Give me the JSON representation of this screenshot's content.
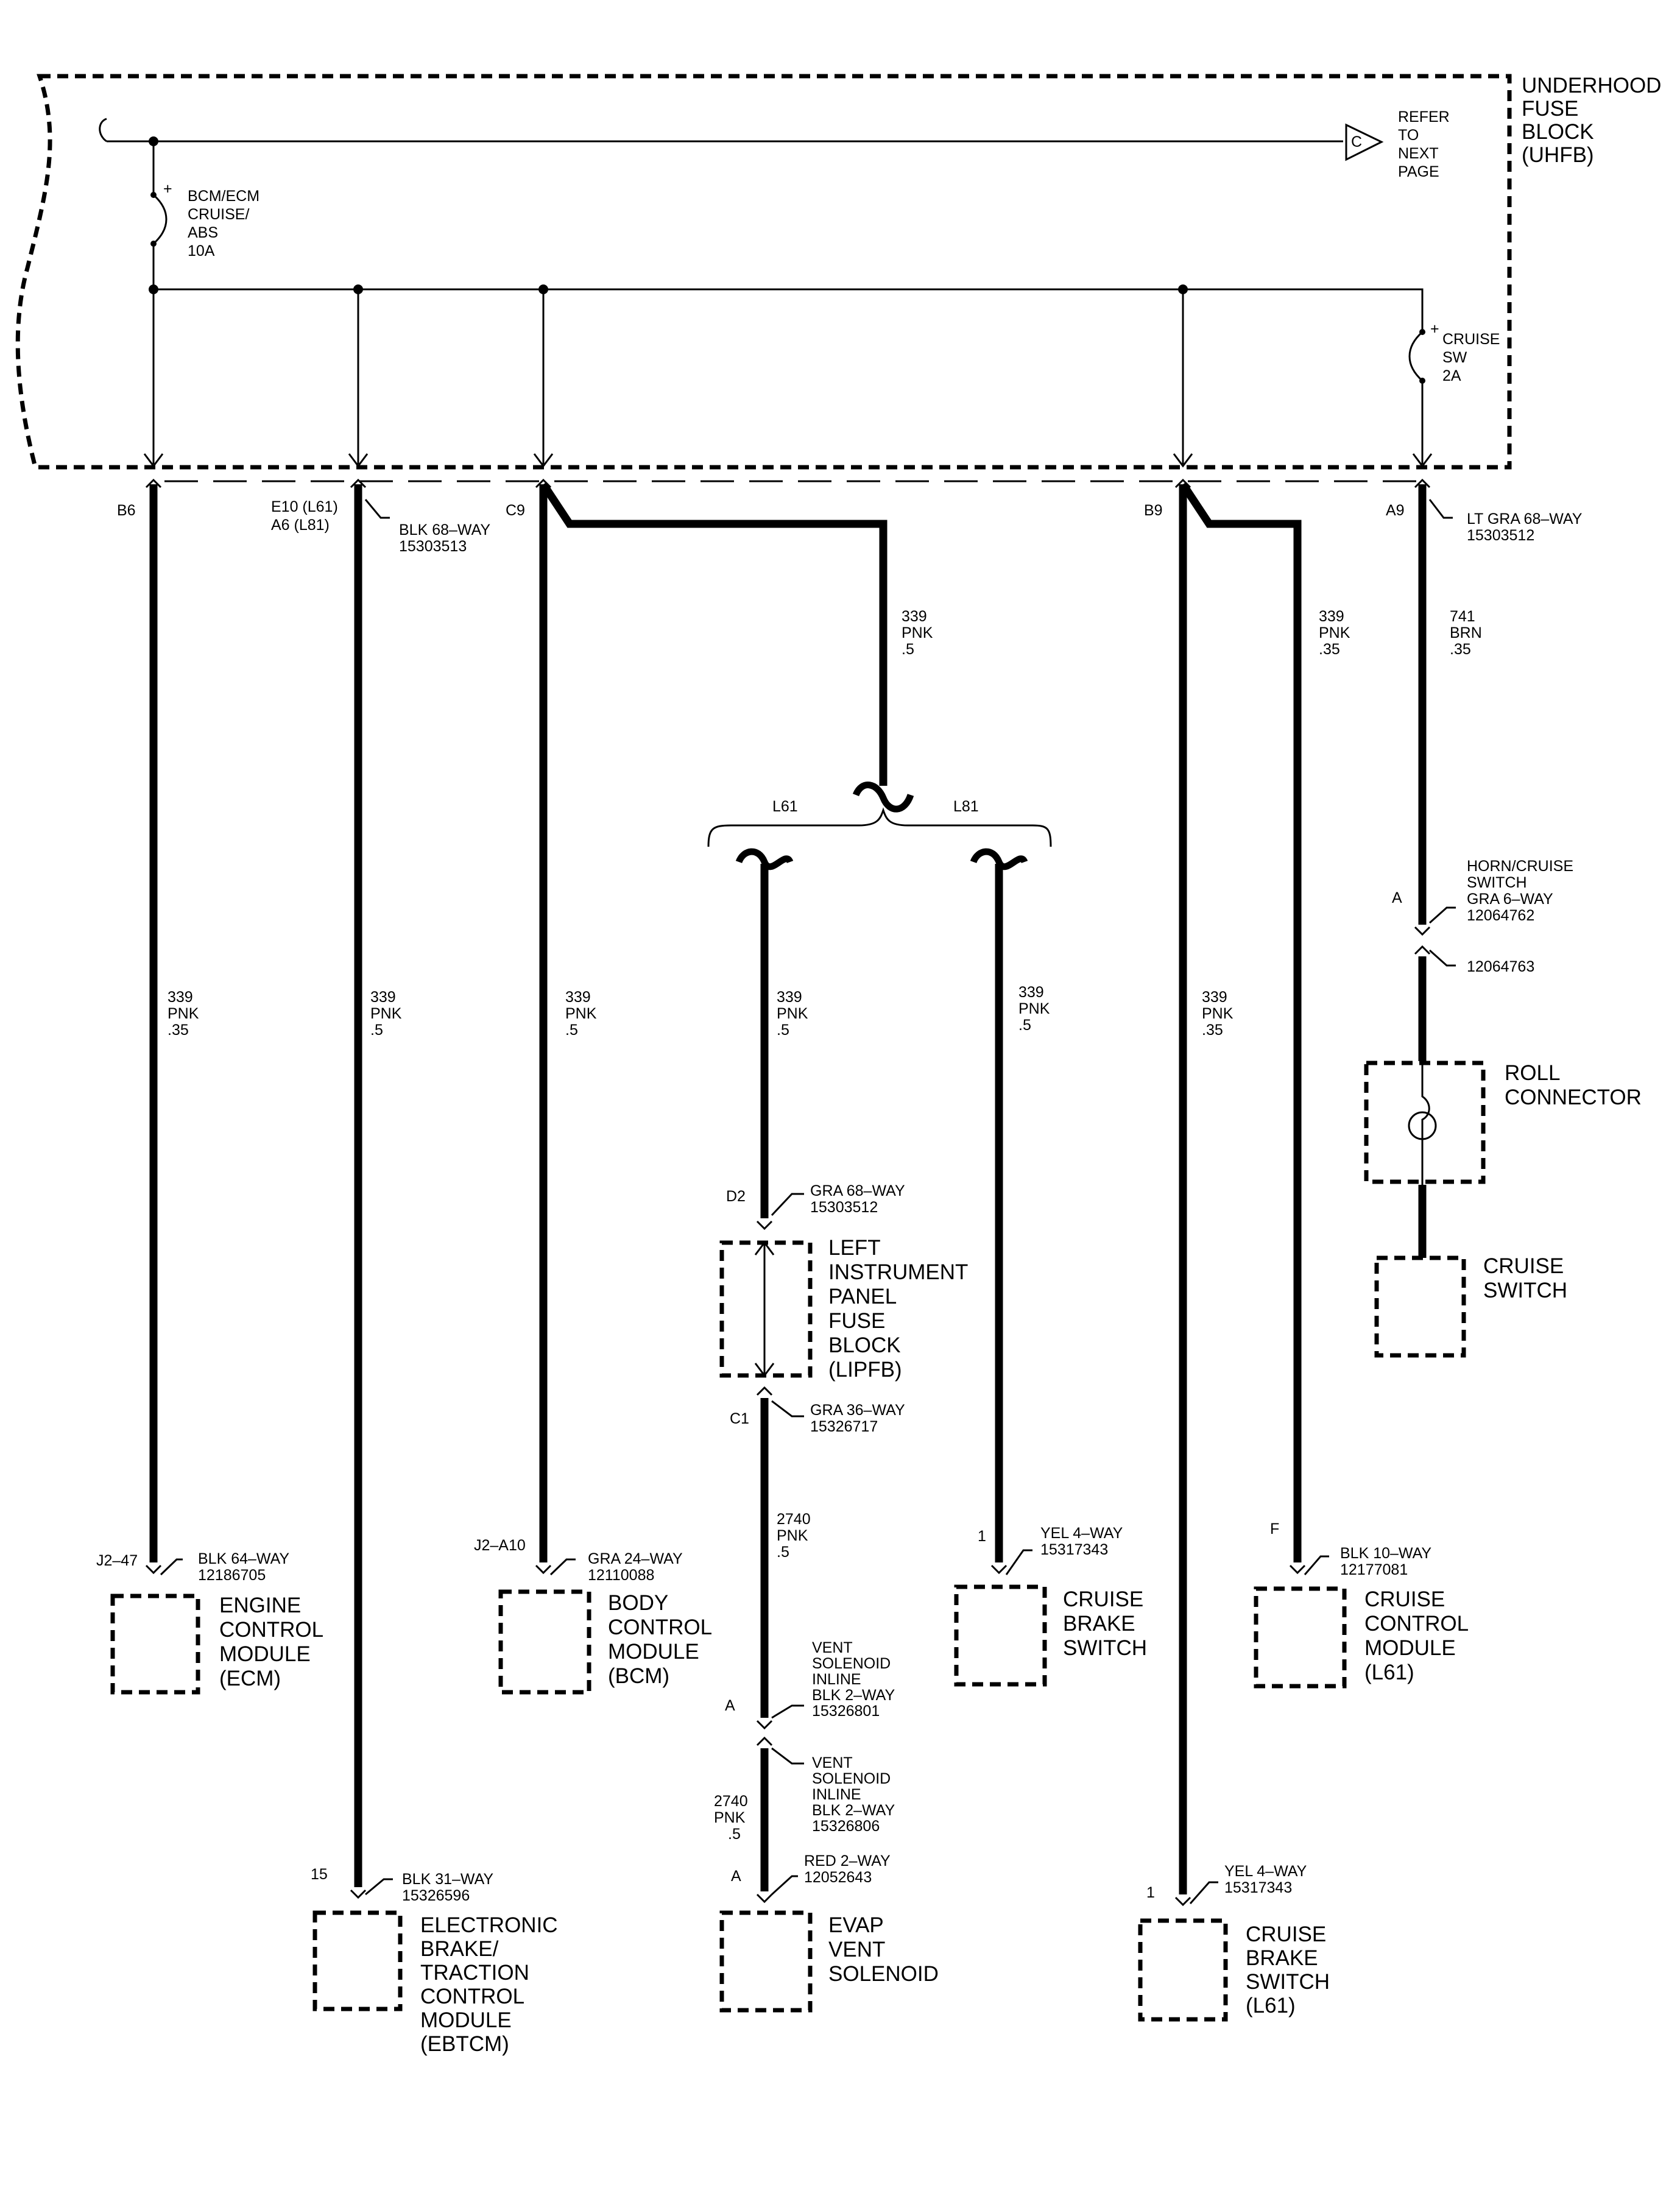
{
  "uhfb": {
    "title": [
      "UNDERHOOD",
      "FUSE",
      "BLOCK",
      "(UHFB)"
    ]
  },
  "refer": {
    "tag": "C",
    "text": [
      "REFER",
      "TO",
      "NEXT",
      "PAGE"
    ]
  },
  "fuse_bcm": [
    "BCM/ECM",
    "CRUISE/",
    "ABS",
    "10A"
  ],
  "fuse_cruise": [
    "CRUISE",
    "SW",
    "2A"
  ],
  "fuse_plus": "+",
  "pins": {
    "b6": "B6",
    "e10": [
      "E10 (L61)",
      "A6 (L81)"
    ],
    "c9": "C9",
    "b9": "B9",
    "a9": "A9",
    "d2": "D2",
    "c1": "C1",
    "a_horn": "A",
    "j247": "J2–47",
    "j2a10": "J2–A10",
    "p15": "15",
    "p1_brake": "1",
    "pf": "F",
    "a_vent": "A",
    "a_evap": "A",
    "p1_l61": "1"
  },
  "connectors": {
    "blk68": [
      "BLK 68–WAY",
      "15303513"
    ],
    "ltgra68": [
      "LT GRA 68–WAY",
      "15303512"
    ],
    "gra68": [
      "GRA 68–WAY",
      "15303512"
    ],
    "gra36": [
      "GRA 36–WAY",
      "15326717"
    ],
    "horn": [
      "HORN/CRUISE",
      "SWITCH",
      "GRA 6–WAY",
      "12064762"
    ],
    "horn2": "12064763",
    "blk64": [
      "BLK 64–WAY",
      "12186705"
    ],
    "gra24": [
      "GRA 24–WAY",
      "12110088"
    ],
    "blk31": [
      "BLK 31–WAY",
      "15326596"
    ],
    "yel4": [
      "YEL 4–WAY",
      "15317343"
    ],
    "blk10": [
      "BLK 10–WAY",
      "12177081"
    ],
    "vent1": [
      "VENT",
      "SOLENOID",
      "INLINE",
      "BLK 2–WAY",
      "15326801"
    ],
    "vent2": [
      "VENT",
      "SOLENOID",
      "INLINE",
      "BLK 2–WAY",
      "15326806"
    ],
    "red2": [
      "RED 2–WAY",
      "12052643"
    ],
    "yel4b": [
      "YEL 4–WAY",
      "15317343"
    ]
  },
  "wires": {
    "w1": [
      "339",
      "PNK",
      ".35"
    ],
    "w2": [
      "339",
      "PNK",
      ".5"
    ],
    "w3": [
      "339",
      "PNK",
      ".5"
    ],
    "c9top": [
      "339",
      "PNK",
      ".5"
    ],
    "l61": [
      "339",
      "PNK",
      ".5"
    ],
    "l81": [
      "339",
      "PNK",
      ".5"
    ],
    "b9left": [
      "339",
      "PNK",
      ".35"
    ],
    "b9right": [
      "339",
      "PNK",
      ".35"
    ],
    "brn": [
      "741",
      "BRN",
      ".35"
    ],
    "w2740a": [
      "2740",
      "PNK",
      ".5"
    ],
    "w2740b": [
      "2740",
      "PNK",
      ".5"
    ]
  },
  "options": {
    "l61": "L61",
    "l81": "L81"
  },
  "components": {
    "ecm": [
      "ENGINE",
      "CONTROL",
      "MODULE",
      "(ECM)"
    ],
    "ebtcm": [
      "ELECTRONIC",
      "BRAKE/",
      "TRACTION",
      "CONTROL",
      "MODULE",
      "(EBTCM)"
    ],
    "bcm": [
      "BODY",
      "CONTROL",
      "MODULE",
      "(BCM)"
    ],
    "lipfb": [
      "LEFT",
      "INSTRUMENT",
      "PANEL",
      "FUSE",
      "BLOCK",
      "(LIPFB)"
    ],
    "evap": [
      "EVAP",
      "VENT",
      "SOLENOID"
    ],
    "cbs": [
      "CRUISE",
      "BRAKE",
      "SWITCH"
    ],
    "ccm": [
      "CRUISE",
      "CONTROL",
      "MODULE",
      "(L61)"
    ],
    "cbs_l61": [
      "CRUISE",
      "BRAKE",
      "SWITCH",
      "(L61)"
    ],
    "roll": [
      "ROLL",
      "CONNECTOR"
    ],
    "cruise_sw": [
      "CRUISE",
      "SWITCH"
    ]
  }
}
